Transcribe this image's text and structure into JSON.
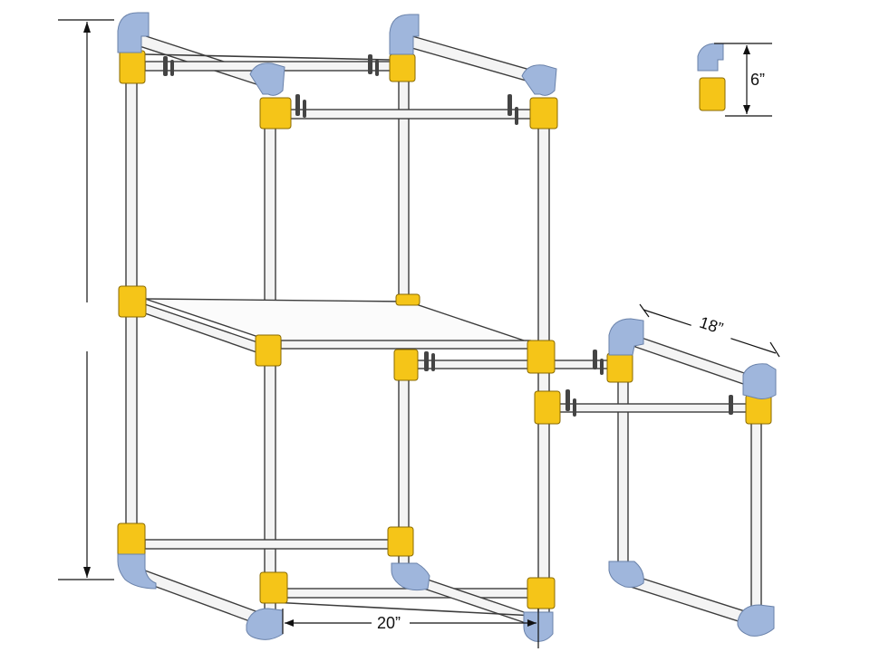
{
  "diagram": {
    "dimension_labels": {
      "fitting_height": "6”",
      "module_depth": "18”",
      "module_width": "20”"
    },
    "colors": {
      "tee_fitting": "#f5c518",
      "elbow_fitting": "#9fb6dc",
      "pipe_outline": "#3c3c3c",
      "background": "#ffffff"
    }
  }
}
